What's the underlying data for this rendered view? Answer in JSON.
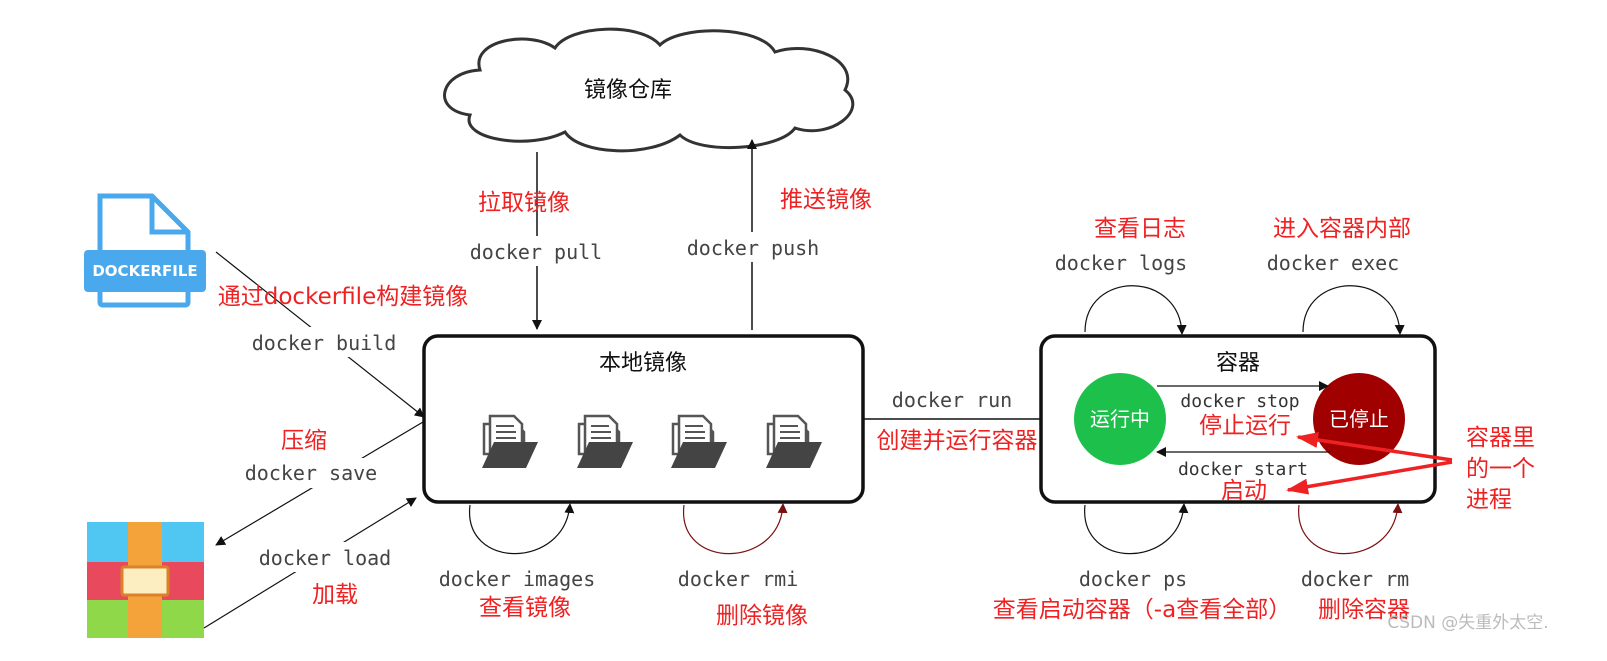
{
  "colors": {
    "red_text": "#ee2222",
    "running": "#1ec04c",
    "stopped": "#a00000",
    "dockerfile_icon": "#4aa8ec",
    "dark_arrow": "#7a1010"
  },
  "registry": {
    "label": "镜像仓库"
  },
  "local_images": {
    "title": "本地镜像",
    "icon": "file-folder-icon"
  },
  "container": {
    "title": "容器",
    "running": "运行中",
    "stopped": "已停止"
  },
  "dockerfile": {
    "icon_text": "DOCKERFILE",
    "caption": "通过dockerfile构建镜像",
    "cmd": "docker build"
  },
  "pull": {
    "desc": "拉取镜像",
    "cmd": "docker pull"
  },
  "push": {
    "desc": "推送镜像",
    "cmd": "docker push"
  },
  "save": {
    "desc": "压缩",
    "cmd": "docker save"
  },
  "load": {
    "desc": "加载",
    "cmd": "docker load"
  },
  "images": {
    "desc": "查看镜像",
    "cmd": "docker images"
  },
  "rmi": {
    "desc": "删除镜像",
    "cmd": "docker rmi"
  },
  "run": {
    "desc": "创建并运行容器",
    "cmd": "docker run"
  },
  "logs": {
    "desc": "查看日志",
    "cmd": "docker logs"
  },
  "exec": {
    "desc": "进入容器内部",
    "cmd": "docker exec"
  },
  "stop": {
    "desc": "停止运行",
    "cmd": "docker stop"
  },
  "start": {
    "desc": "启动",
    "cmd": "docker start"
  },
  "ps": {
    "desc": "查看启动容器（-a查看全部）",
    "cmd": "docker ps"
  },
  "rm": {
    "desc": "删除容器",
    "cmd": "docker rm"
  },
  "process_note": {
    "line1": "容器里",
    "line2": "的一个",
    "line3": "进程"
  },
  "watermark": "CSDN @失重外太空."
}
